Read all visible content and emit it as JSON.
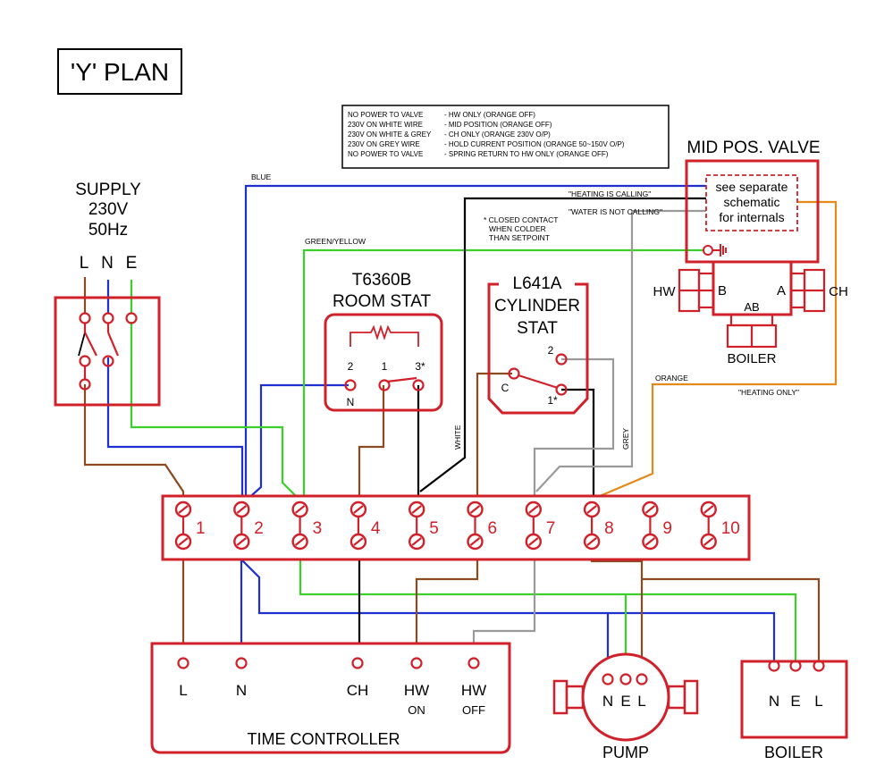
{
  "title": "'Y' PLAN",
  "supply": {
    "line1": "SUPPLY",
    "line2": "230V",
    "line3": "50Hz",
    "terminals": [
      "L",
      "N",
      "E"
    ]
  },
  "legend": [
    [
      "NO POWER TO VALVE",
      "- HW ONLY (ORANGE OFF)"
    ],
    [
      "230V ON WHITE WIRE",
      "- MID POSITION (ORANGE OFF)"
    ],
    [
      "230V ON WHITE & GREY",
      "- CH ONLY (ORANGE 230V O/P)"
    ],
    [
      "230V ON GREY WIRE",
      "- HOLD CURRENT POSITION (ORANGE 50~150V O/P)"
    ],
    [
      "NO POWER TO VALVE",
      "- SPRING RETURN TO HW ONLY (ORANGE OFF)"
    ]
  ],
  "valve": {
    "title": "MID POS. VALVE",
    "internal": [
      "see separate",
      "schematic",
      "for internals"
    ],
    "ports": {
      "hw": "HW",
      "b": "B",
      "a": "A",
      "ch": "CH",
      "ab": "AB",
      "boiler": "BOILER"
    }
  },
  "room_stat": {
    "line1": "T6360B",
    "line2": "ROOM STAT",
    "terminals": [
      "2",
      "1",
      "3*"
    ],
    "n_label": "N"
  },
  "cyl_stat": {
    "line1": "L641A",
    "line2": "CYLINDER",
    "line3": "STAT",
    "terminals": {
      "two": "2",
      "c": "C",
      "one": "1*"
    },
    "note": [
      "* CLOSED CONTACT",
      "WHEN COLDER",
      "THAN SETPOINT"
    ]
  },
  "wires": {
    "blue": "BLUE",
    "green_yellow": "GREEN/YELLOW",
    "white": "WHITE",
    "grey": "GREY",
    "orange": "ORANGE",
    "heating_calling": "\"HEATING IS CALLING\"",
    "water_not_calling": "\"WATER IS NOT CALLING\"",
    "heating_only": "\"HEATING ONLY\""
  },
  "terminal_strip": [
    "1",
    "2",
    "3",
    "4",
    "5",
    "6",
    "7",
    "8",
    "9",
    "10"
  ],
  "time_controller": {
    "label": "TIME CONTROLLER",
    "terminals": [
      "L",
      "N",
      "CH",
      "HW",
      "HW"
    ],
    "sub": [
      "ON",
      "OFF"
    ]
  },
  "pump": {
    "label": "PUMP",
    "terminals": [
      "N",
      "E",
      "L"
    ]
  },
  "boiler": {
    "label": "BOILER",
    "terminals": [
      "N",
      "E",
      "L"
    ]
  },
  "colors": {
    "frame": "#d0202a",
    "blue": "#1f2fd0",
    "brown": "#8b4a1f",
    "green": "#3ccf2a",
    "grey": "#9a9a9a",
    "orange": "#e48a1a",
    "black": "#000000"
  }
}
